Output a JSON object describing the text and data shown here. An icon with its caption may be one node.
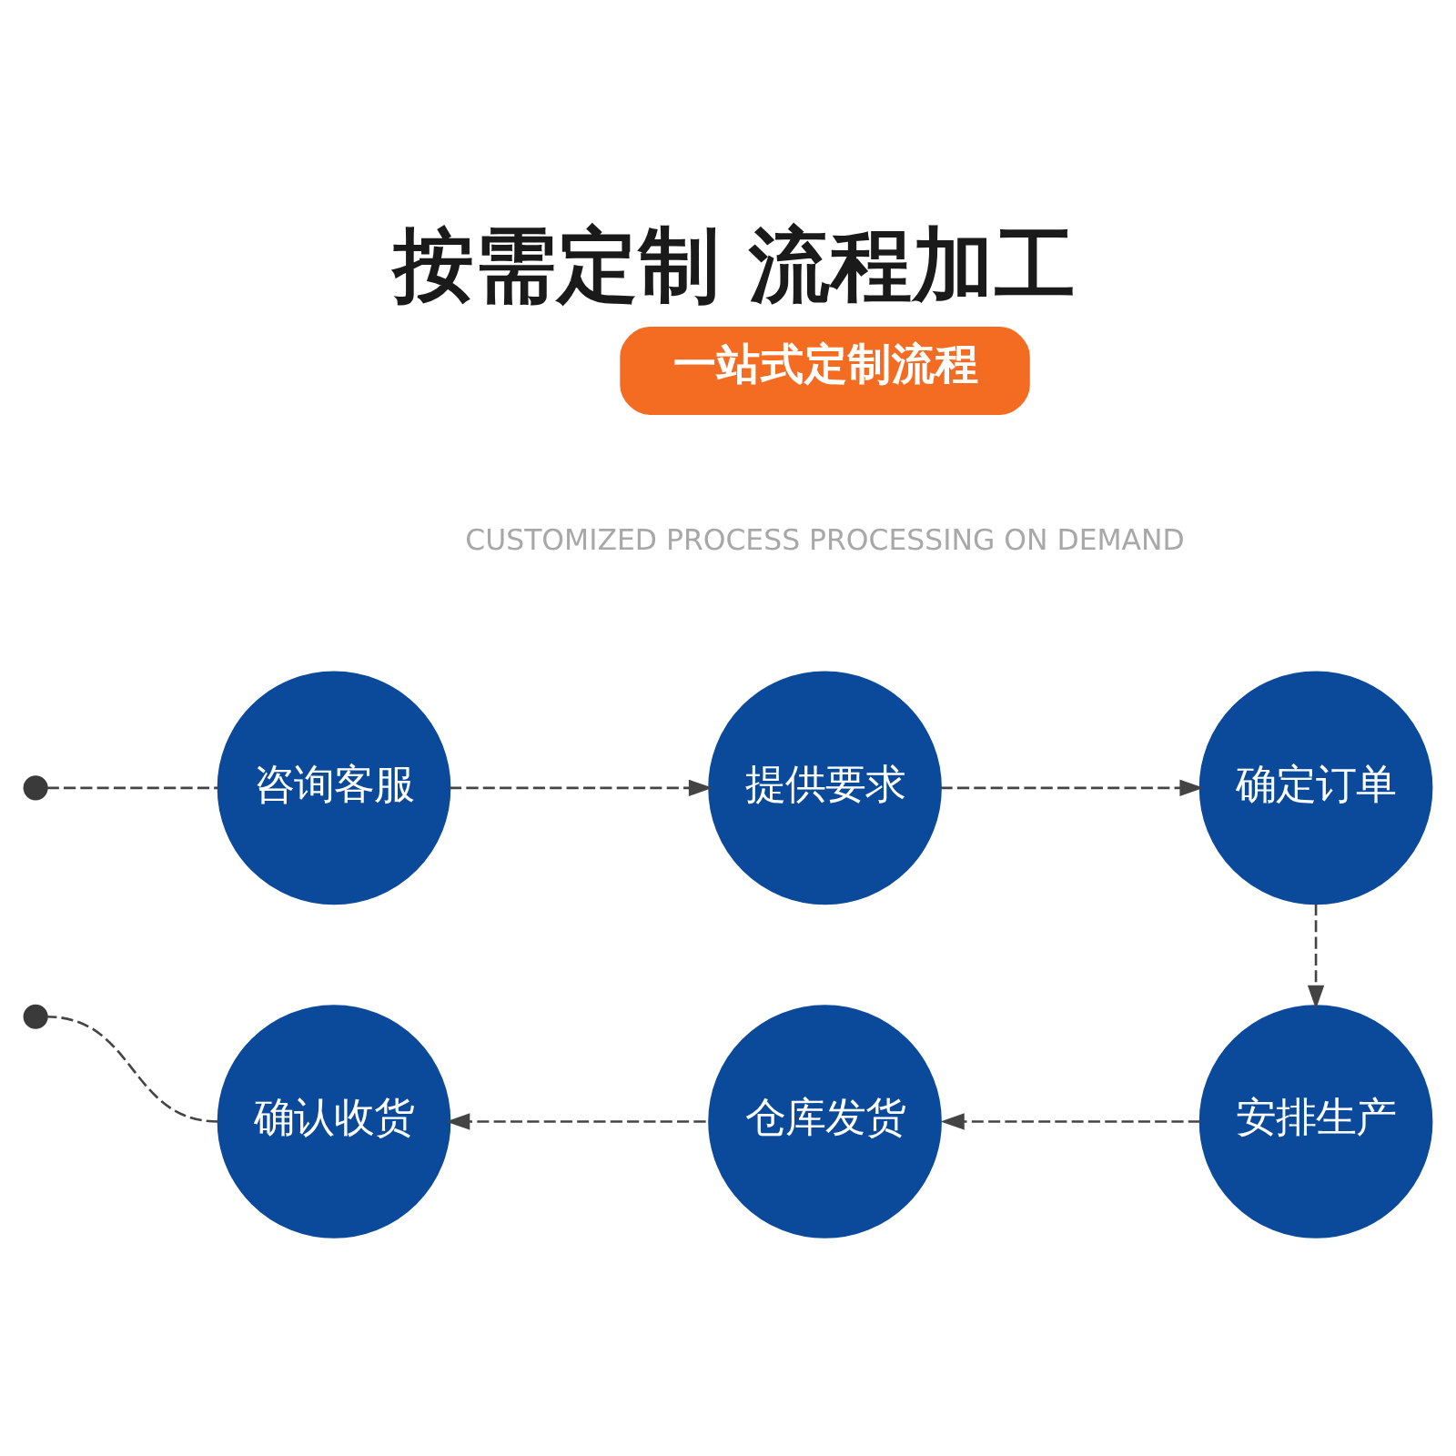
{
  "diagram": {
    "title": "按需定制 流程加工",
    "nodes": [
      {
        "text": [
          "一站式定制流程"
        ]
      },
      {
        "text": [],
        "shape": "dot"
      },
      {
        "text": [
          "咨询客服"
        ]
      },
      {
        "text": [
          "提供要求"
        ]
      },
      {
        "text": [
          "确定订单"
        ]
      },
      {
        "text": [
          "安排生产"
        ]
      },
      {
        "text": [
          "仓库发货"
        ]
      },
      {
        "text": [
          "确认收货"
        ]
      },
      {
        "text": [],
        "shape": "dot"
      }
    ],
    "edges": [
      {
        "from": 1,
        "to": 2,
        "arrow": "none",
        "style": "dashed"
      },
      {
        "from": 2,
        "to": 3,
        "arrow": "to",
        "style": "dashed"
      },
      {
        "from": 3,
        "to": 4,
        "arrow": "to",
        "style": "dashed"
      },
      {
        "from": 4,
        "to": 5,
        "arrow": "to",
        "style": "dashed"
      },
      {
        "from": 5,
        "to": 6,
        "arrow": "to",
        "style": "dashed"
      },
      {
        "from": 6,
        "to": 7,
        "arrow": "to",
        "style": "dashed"
      },
      {
        "from": 7,
        "to": 8,
        "arrow": "none",
        "style": "dashed"
      }
    ],
    "labels": [
      "CUSTOMIZED PROCESS PROCESSING ON DEMAND"
    ]
  }
}
